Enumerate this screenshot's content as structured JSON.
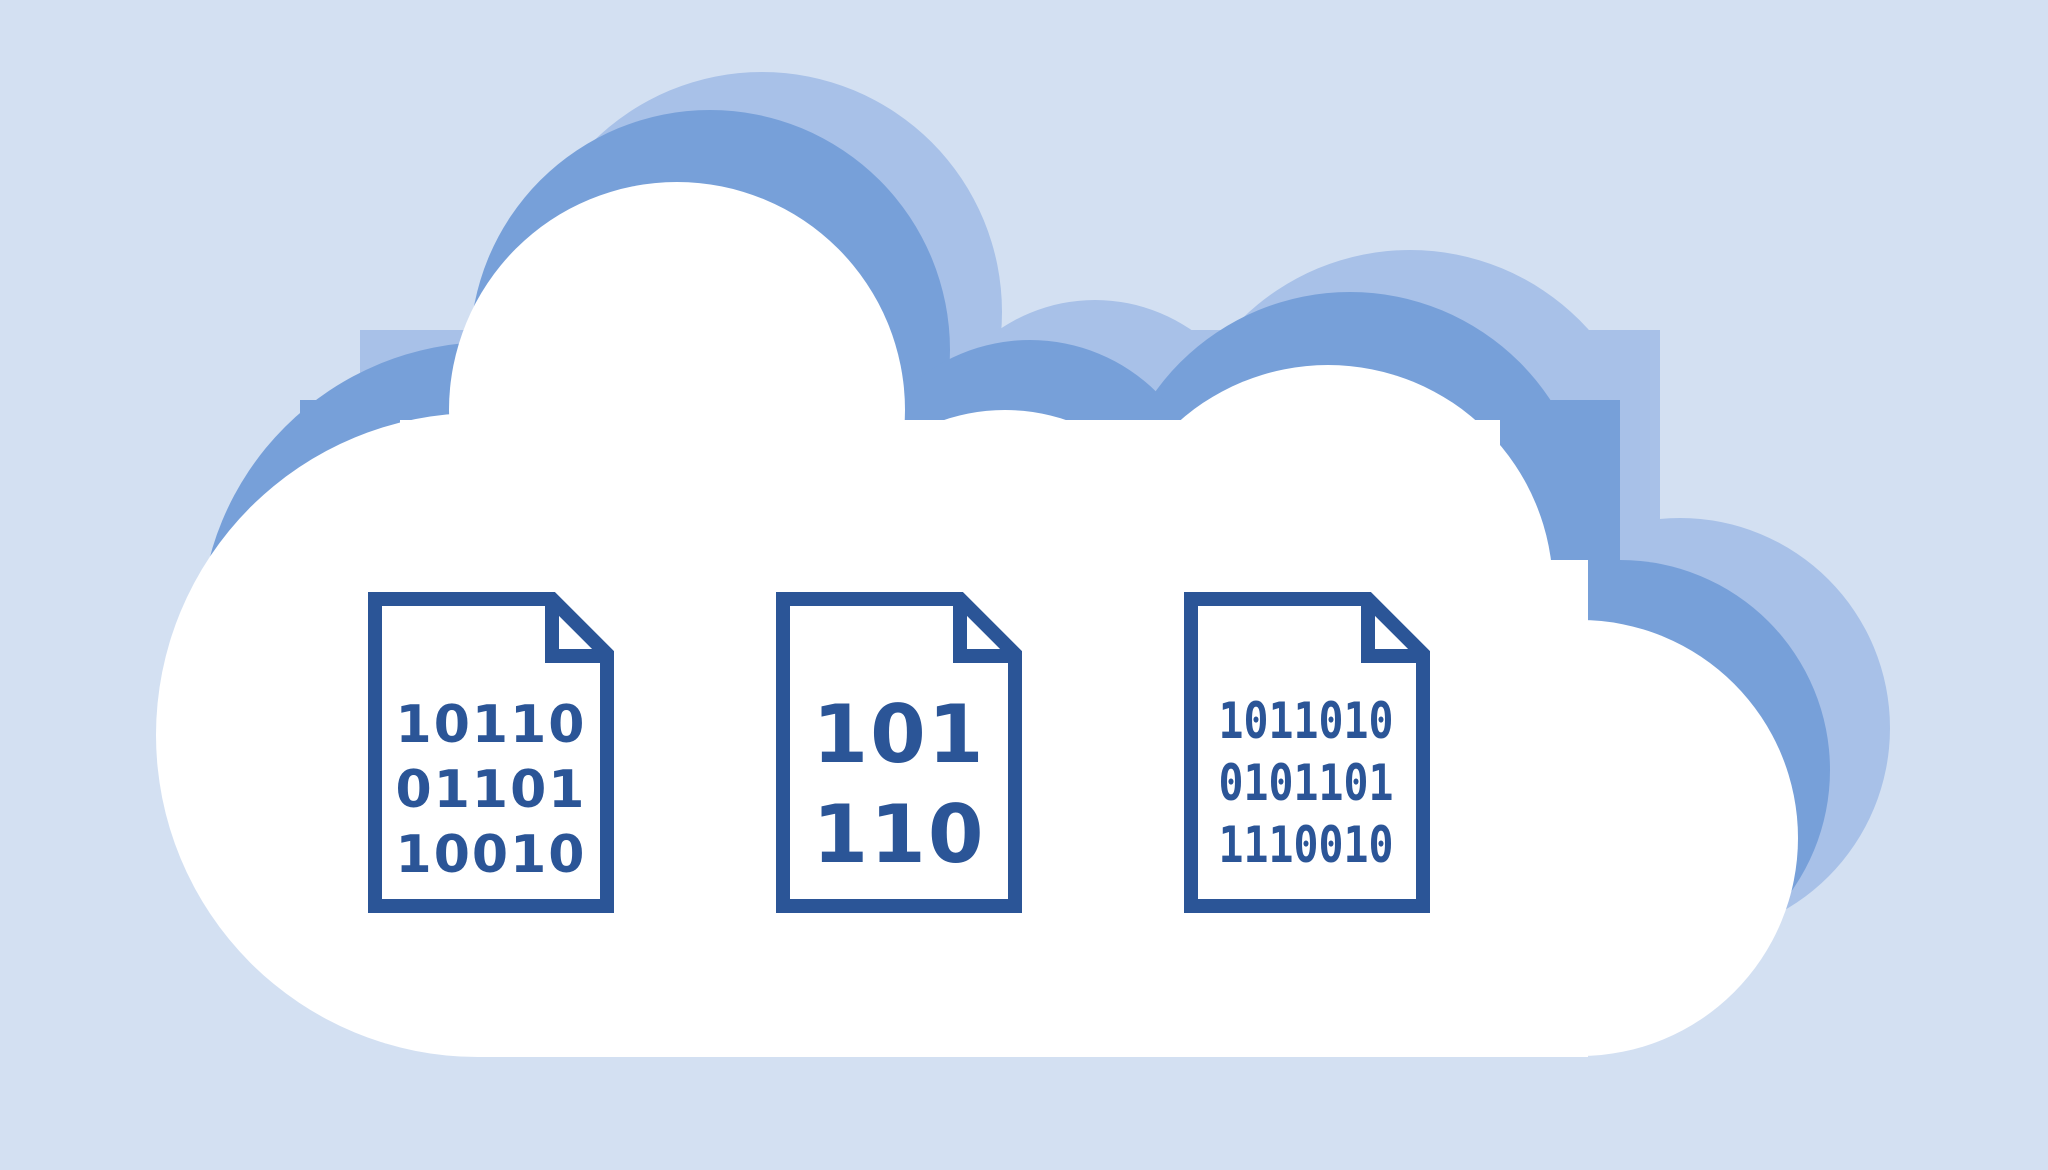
{
  "colors": {
    "background": "#d3e0f2",
    "cloud_back": "#a8c1e8",
    "cloud_middle": "#77a0d9",
    "cloud_front": "#ffffff",
    "file_stroke": "#2b5597"
  },
  "cloud": {
    "layers": [
      "back-cloud",
      "middle-cloud",
      "front-cloud"
    ]
  },
  "files": [
    {
      "icon": "binary-file-icon",
      "lines": [
        "10110",
        "01101",
        "10010"
      ]
    },
    {
      "icon": "binary-file-icon",
      "lines": [
        "101",
        "110"
      ]
    },
    {
      "icon": "binary-file-icon",
      "lines": [
        "1011010",
        "0101101",
        "1110010"
      ]
    }
  ]
}
